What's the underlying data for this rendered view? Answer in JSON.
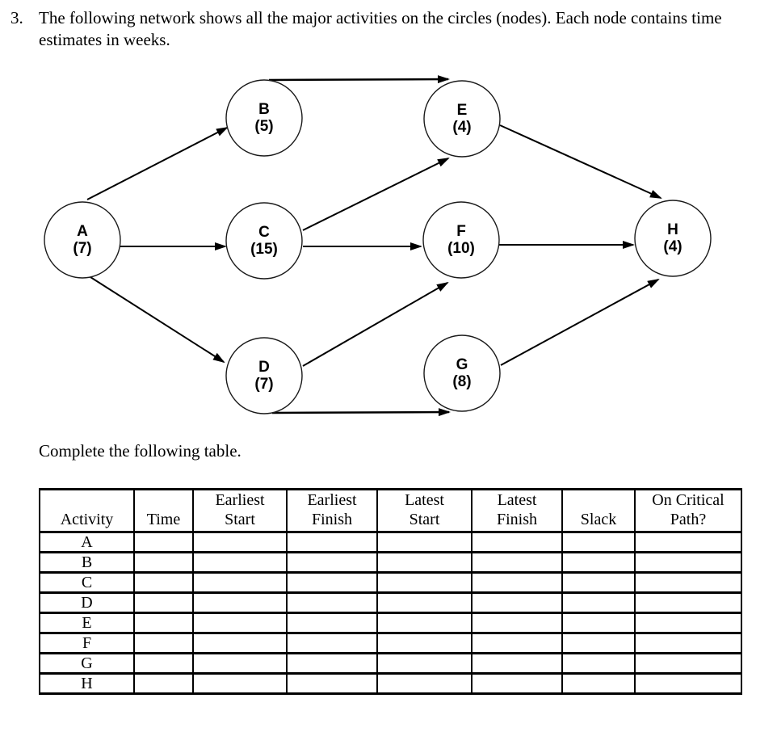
{
  "problem": {
    "number": "3.",
    "text": "The following network shows all the major activities on the circles (nodes). Each node contains time\nestimates in weeks."
  },
  "diagram": {
    "description": "Activity-on-node network, durations in weeks",
    "nodes": [
      {
        "id": "A",
        "duration": "(7)",
        "time_weeks": 7
      },
      {
        "id": "B",
        "duration": "(5)",
        "time_weeks": 5
      },
      {
        "id": "C",
        "duration": "(15)",
        "time_weeks": 15
      },
      {
        "id": "D",
        "duration": "(7)",
        "time_weeks": 7
      },
      {
        "id": "E",
        "duration": "(4)",
        "time_weeks": 4
      },
      {
        "id": "F",
        "duration": "(10)",
        "time_weeks": 10
      },
      {
        "id": "G",
        "duration": "(8)",
        "time_weeks": 8
      },
      {
        "id": "H",
        "duration": "(4)",
        "time_weeks": 4
      }
    ],
    "edges": [
      {
        "from": "A",
        "to": "B"
      },
      {
        "from": "A",
        "to": "C"
      },
      {
        "from": "A",
        "to": "D"
      },
      {
        "from": "B",
        "to": "E"
      },
      {
        "from": "C",
        "to": "E"
      },
      {
        "from": "C",
        "to": "F"
      },
      {
        "from": "D",
        "to": "F"
      },
      {
        "from": "D",
        "to": "G"
      },
      {
        "from": "E",
        "to": "H"
      },
      {
        "from": "F",
        "to": "H"
      },
      {
        "from": "G",
        "to": "H"
      }
    ]
  },
  "table_section": {
    "intro": "Complete the following table.",
    "headers": [
      {
        "line1": "",
        "line2": "Activity"
      },
      {
        "line1": "",
        "line2": "Time"
      },
      {
        "line1": "Earliest",
        "line2": "Start"
      },
      {
        "line1": "Earliest",
        "line2": "Finish"
      },
      {
        "line1": "Latest",
        "line2": "Start"
      },
      {
        "line1": "Latest",
        "line2": "Finish"
      },
      {
        "line1": "",
        "line2": "Slack"
      },
      {
        "line1": "On Critical",
        "line2": "Path?"
      }
    ],
    "rows": [
      {
        "activity": "A",
        "cells": [
          "",
          "",
          "",
          "",
          "",
          "",
          ""
        ]
      },
      {
        "activity": "B",
        "cells": [
          "",
          "",
          "",
          "",
          "",
          "",
          ""
        ]
      },
      {
        "activity": "C",
        "cells": [
          "",
          "",
          "",
          "",
          "",
          "",
          ""
        ]
      },
      {
        "activity": "D",
        "cells": [
          "",
          "",
          "",
          "",
          "",
          "",
          ""
        ]
      },
      {
        "activity": "E",
        "cells": [
          "",
          "",
          "",
          "",
          "",
          "",
          ""
        ]
      },
      {
        "activity": "F",
        "cells": [
          "",
          "",
          "",
          "",
          "",
          "",
          ""
        ]
      },
      {
        "activity": "G",
        "cells": [
          "",
          "",
          "",
          "",
          "",
          "",
          ""
        ]
      },
      {
        "activity": "H",
        "cells": [
          "",
          "",
          "",
          "",
          "",
          "",
          ""
        ]
      }
    ]
  }
}
